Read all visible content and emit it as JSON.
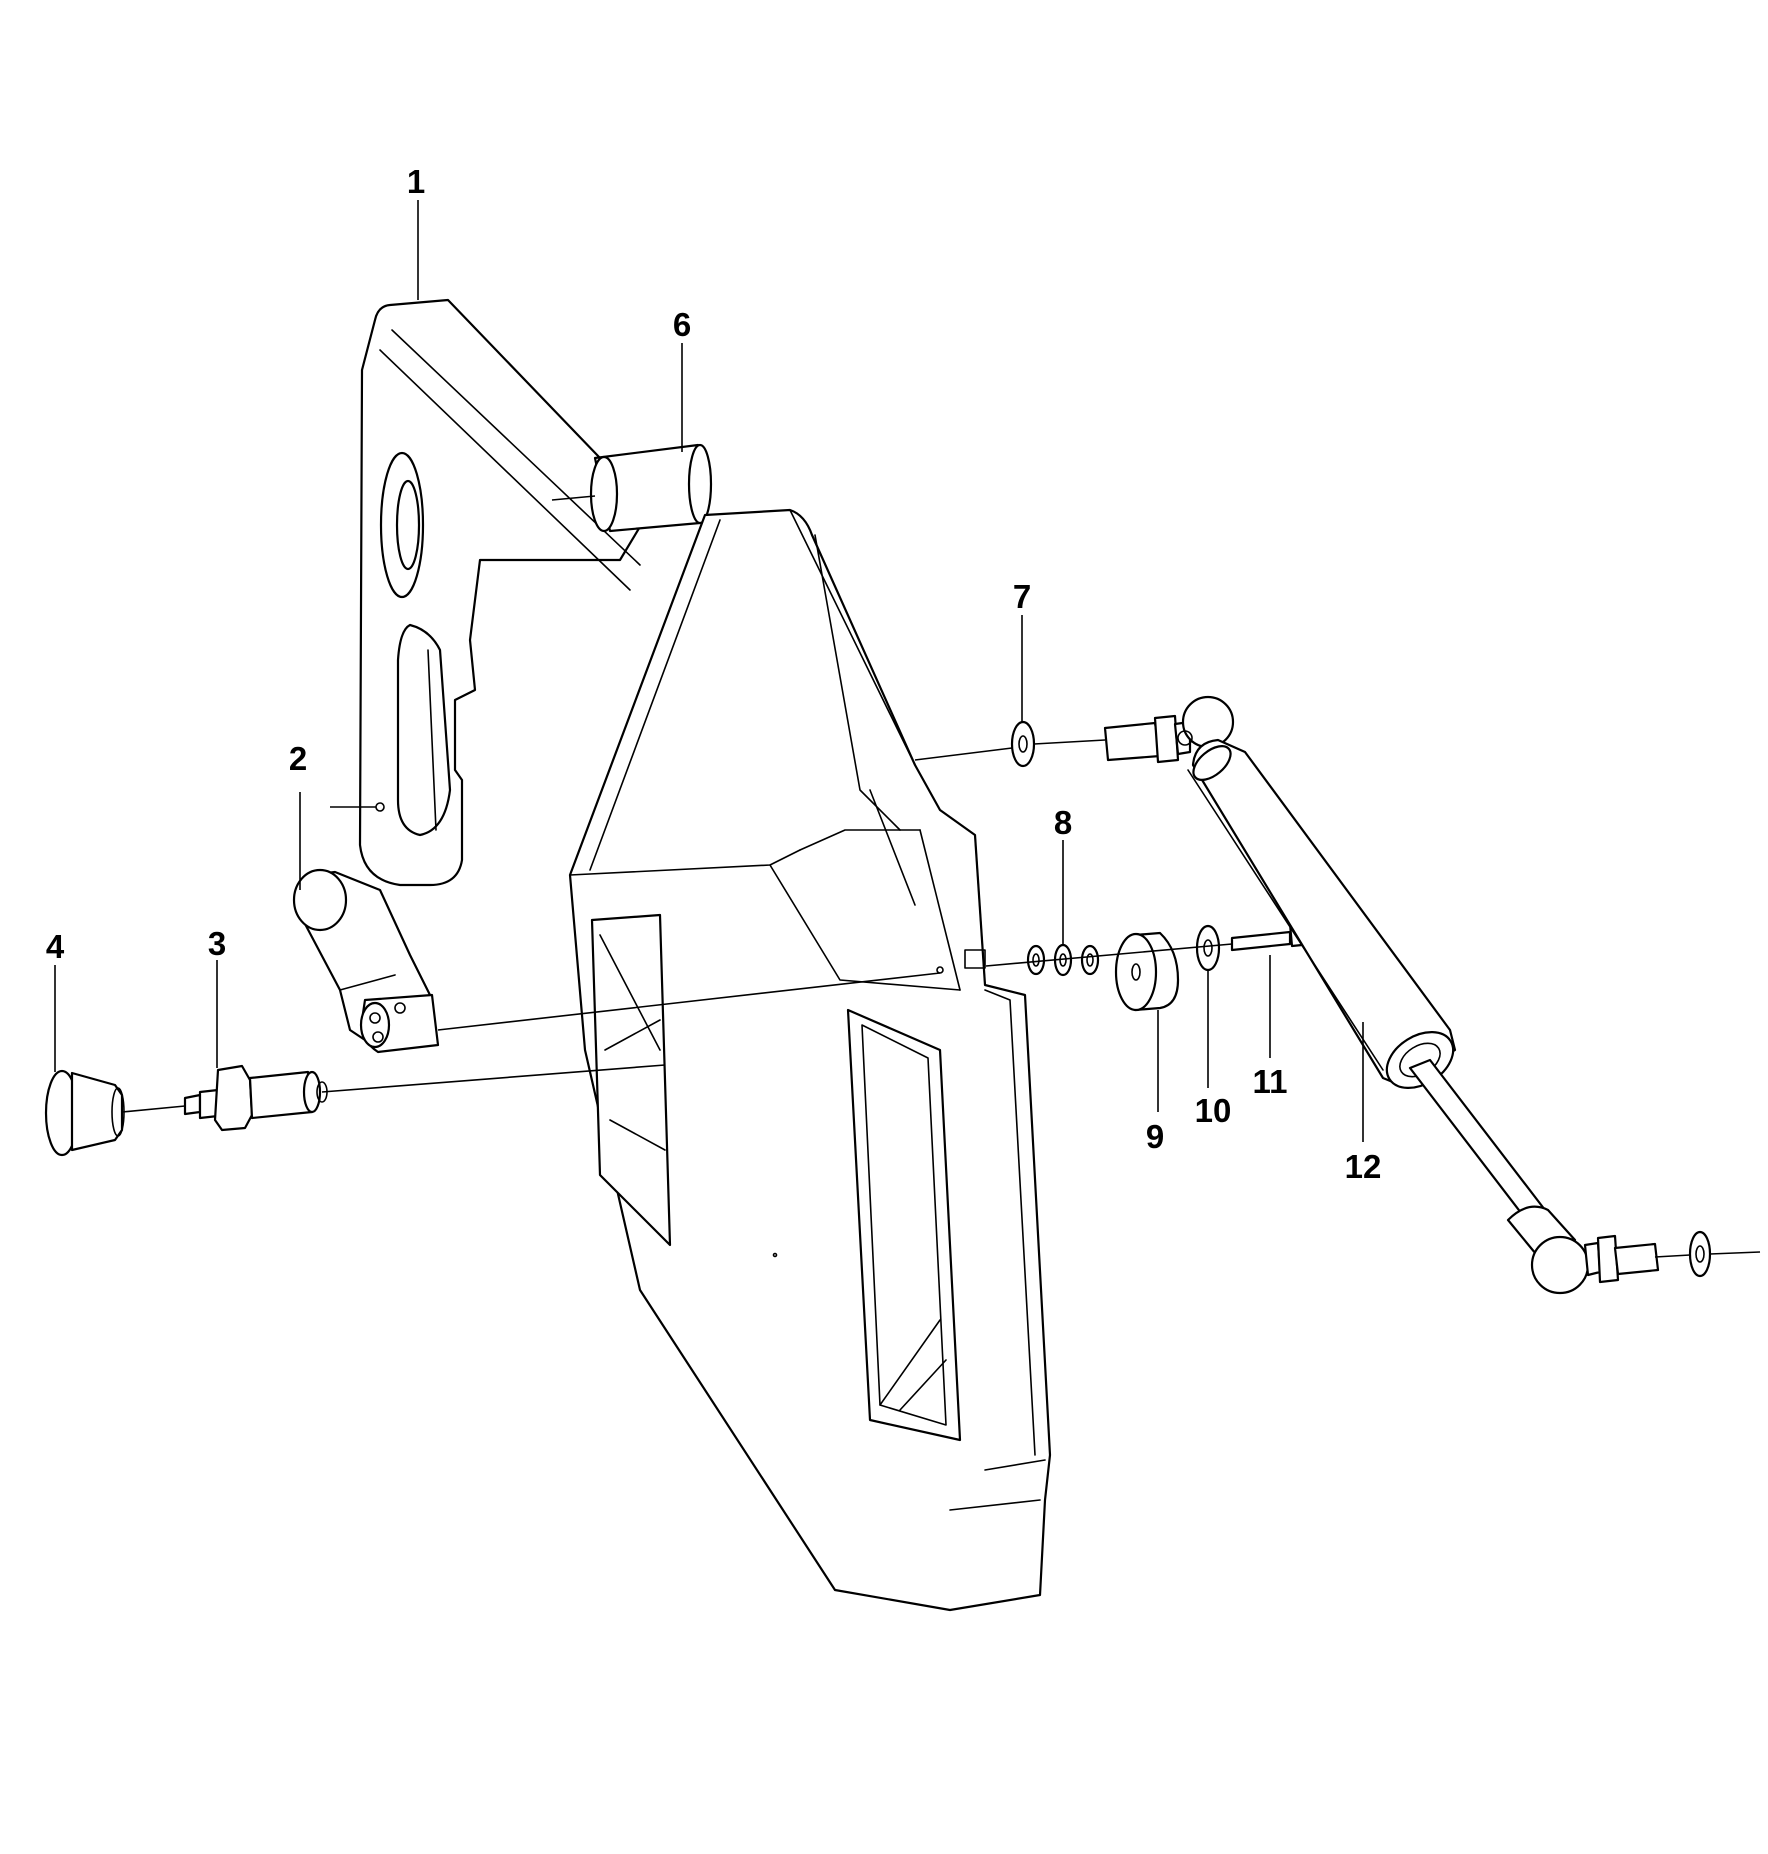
{
  "diagram": {
    "callouts": [
      {
        "id": "1",
        "label": "1"
      },
      {
        "id": "2",
        "label": "2"
      },
      {
        "id": "3",
        "label": "3"
      },
      {
        "id": "4",
        "label": "4"
      },
      {
        "id": "6",
        "label": "6"
      },
      {
        "id": "7",
        "label": "7"
      },
      {
        "id": "8",
        "label": "8"
      },
      {
        "id": "9",
        "label": "9"
      },
      {
        "id": "10",
        "label": "10"
      },
      {
        "id": "11",
        "label": "11"
      },
      {
        "id": "12",
        "label": "12"
      }
    ],
    "colors": {
      "line": "#000000",
      "background": "#ffffff"
    }
  }
}
